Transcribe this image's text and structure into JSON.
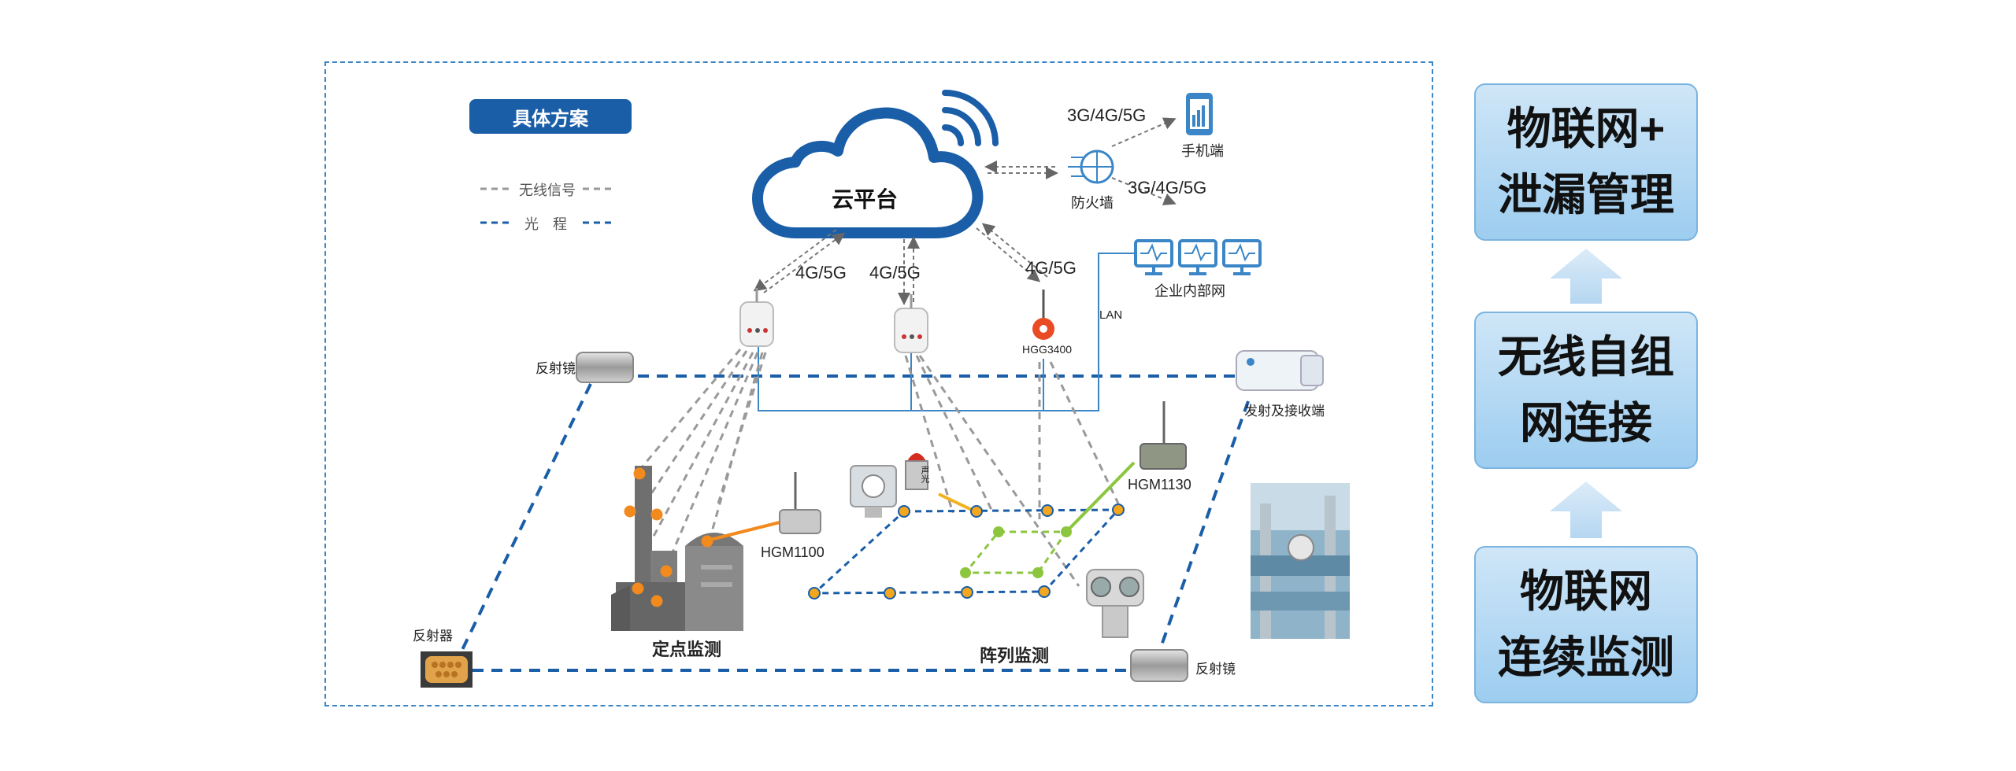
{
  "badge": "具体方案",
  "legend": {
    "wireless": "无线信号",
    "optical": "光　程"
  },
  "cloud": {
    "label": "云平台"
  },
  "links": {
    "phone_net": "3G/4G/5G",
    "firewall_net": "3G/4G/5G",
    "left_station": "4G/5G",
    "mid_station": "4G/5G",
    "right_station": "4G/5G"
  },
  "firewall": {
    "label": "防火墙"
  },
  "phone": {
    "label": "手机端"
  },
  "intranet": {
    "label": "企业内部网",
    "lan": "LAN"
  },
  "gateway": {
    "label": "HGG3400"
  },
  "reflector_mirror_left": "反射镜",
  "reflector_mirror_right": "反射镜",
  "reflector_device": "反射器",
  "transceiver": "发射及接收端",
  "hgm1100": "HGM1100",
  "hgm1130": "HGM1130",
  "fixed_point": "定点监测",
  "array": "阵列监测",
  "alarm_text": "声光",
  "steps": [
    {
      "line1": "物联网+",
      "line2": "泄漏管理"
    },
    {
      "line1": "无线自组",
      "line2": "网连接"
    },
    {
      "line1": "物联网",
      "line2": "连续监测"
    }
  ],
  "colors": {
    "brand_blue": "#1a5ea8",
    "orange": "#f28a1e",
    "green": "#8cc63f",
    "side_box": "#a9d3f2"
  }
}
